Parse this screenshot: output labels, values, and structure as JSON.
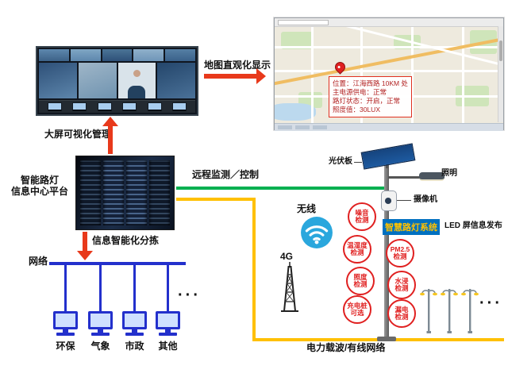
{
  "colors": {
    "arrow_red": "#e8391b",
    "line_green": "#00b050",
    "line_yellow": "#ffc000",
    "network_blue": "#2330cc",
    "sensor_red": "#e02020",
    "badge_bg": "#0070c0",
    "badge_text": "#ffc000"
  },
  "video_wall": {
    "caption": "大屏可视化管理"
  },
  "map": {
    "caption": "地图直观化显示",
    "info_box": {
      "lines": [
        "位置：江海西路 10KM 处",
        "主电源供电：正常",
        "路灯状态：开启，正常",
        "照度值：30LUX"
      ]
    }
  },
  "server": {
    "label": "智能路灯\n信息中心平台"
  },
  "flows": {
    "sorting_label": "信息智能化分拣",
    "remote_label": "远程监测／控制",
    "wireless_label": "无线",
    "cellular_label": "4G",
    "powerline_label": "电力载波/有线网络"
  },
  "network": {
    "label": "网络",
    "terminals": [
      "环保",
      "气象",
      "市政",
      "其他"
    ],
    "more": "···"
  },
  "streetlight": {
    "solar_label": "光伏板",
    "lighting_label": "照明",
    "camera_label": "摄像机",
    "badge": "智慧路灯系统",
    "led_label": "LED 屏信息发布",
    "sensors": [
      "噪音\n检测",
      "温湿度\n检测",
      "PM2.5\n检测",
      "照度\n检测",
      "水浸\n检测",
      "充电桩\n可选",
      "漏电\n检测"
    ],
    "more": "···"
  }
}
